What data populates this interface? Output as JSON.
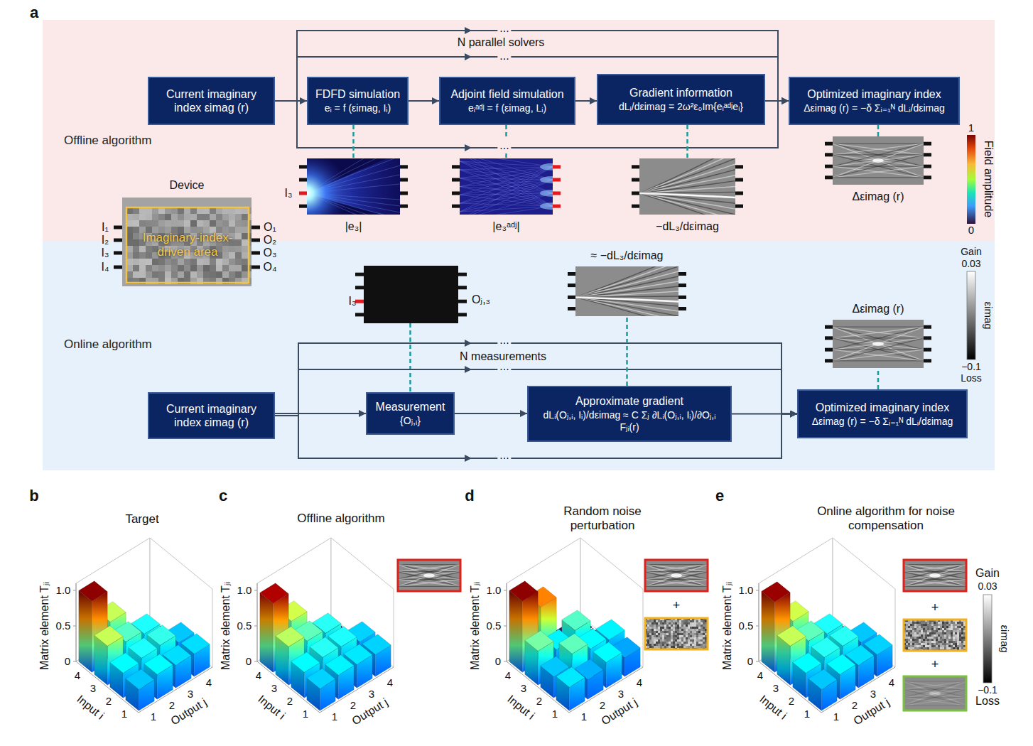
{
  "diagram": {
    "nodes": [
      {
        "text": [
          "Offline algorithm"
        ]
      },
      {
        "text": [
          "Current imaginary index εimag (r)"
        ],
        "in": 0
      },
      {
        "text": [
          "FDFD simulation",
          "eᵢ = f (εimag, Iᵢ)"
        ],
        "in": 0
      },
      {
        "text": [
          "Adjoint field simulation",
          "eᵢᵃᵈʲ = f (εimag, Lᵢ)"
        ],
        "in": 0
      },
      {
        "text": [
          "Gradient information",
          "dLᵢ/dεimag = 2ω²ε₀Im{eᵢᵃᵈʲeᵢ}"
        ],
        "in": 0
      },
      {
        "text": [
          "Optimized imaginary index",
          "Δεimag (r) = −δ Σᵢ₌₁ᴺ dLᵢ/dεimag"
        ],
        "in": 0
      },
      {
        "text": [
          "|e₃|"
        ],
        "in": 0
      },
      {
        "text": [
          "|e₃ᵃᵈʲ|"
        ],
        "in": 0
      },
      {
        "text": [
          "−dL₃/dεimag"
        ],
        "in": 0
      },
      {
        "text": [
          "Δεimag (r)"
        ],
        "in": 0
      },
      {
        "text": [
          "Device",
          "Imaginary-index-driven area"
        ]
      },
      {
        "text": [
          "Online algorithm"
        ]
      },
      {
        "text": [
          "≈ −dL₃/dεimag"
        ],
        "in": 11
      },
      {
        "text": [
          "Δεimag (r)"
        ],
        "in": 11
      },
      {
        "text": [
          "Current imaginary index εimag (r)"
        ],
        "in": 11
      },
      {
        "text": [
          "Measurement",
          "{Oⱼ,ᵢ}"
        ],
        "in": 11
      },
      {
        "text": [
          "Approximate gradient",
          "dLᵢ(Oⱼ,ᵢ, Iᵢ)/dεimag ≈ C Σⱼ ∂Lᵢ(Oⱼ,ᵢ, Iᵢ)/∂Oⱼ,ᵢ Fⱼᵢ(r)"
        ],
        "in": 11
      },
      {
        "text": [
          "Optimized imaginary index",
          "Δεimag (r) = −δ Σᵢ₌₁ᴺ dLᵢ/dεimag"
        ],
        "in": 11
      }
    ],
    "edges": [
      {
        "from": 1,
        "to": 2,
        "arrow": "to"
      },
      {
        "from": 2,
        "to": 3,
        "arrow": "to"
      },
      {
        "from": 3,
        "to": 4,
        "arrow": "to"
      },
      {
        "from": 4,
        "to": 5,
        "arrow": "to"
      },
      {
        "from": 1,
        "to": 5,
        "arrow": "to"
      },
      {
        "from": 1,
        "to": 5,
        "arrow": "to"
      },
      {
        "from": 1,
        "to": 5,
        "arrow": "to"
      },
      {
        "from": 2,
        "to": 6,
        "arrow": "none"
      },
      {
        "from": 3,
        "to": 7,
        "arrow": "none"
      },
      {
        "from": 4,
        "to": 8,
        "arrow": "none"
      },
      {
        "from": 5,
        "to": 9,
        "arrow": "none"
      },
      {
        "from": 14,
        "to": 15,
        "arrow": "to"
      },
      {
        "from": 15,
        "to": 16,
        "arrow": "to"
      },
      {
        "from": 16,
        "to": 17,
        "arrow": "to"
      },
      {
        "from": 14,
        "to": 17,
        "arrow": "to"
      },
      {
        "from": 14,
        "to": 17,
        "arrow": "to"
      },
      {
        "from": 14,
        "to": 17,
        "arrow": "to"
      },
      {
        "from": 16,
        "to": 12,
        "arrow": "none"
      },
      {
        "from": 17,
        "to": 13,
        "arrow": "none"
      }
    ],
    "labels": [
      "a",
      "N parallel solvers",
      "...",
      "...",
      "...",
      "I₁",
      "I₂",
      "I₃",
      "I₄",
      "O₁",
      "O₂",
      "O₃",
      "O₄",
      "I₃",
      "1",
      "Field amplitude",
      "0",
      "Gain",
      "0.03",
      "εimag",
      "−0.1",
      "Loss",
      "I₃",
      "Oⱼ,₃",
      "N measurements",
      "...",
      "...",
      "...",
      "b",
      "Target",
      "c",
      "Offline algorithm",
      "d",
      "Random noise perturbation",
      "e",
      "Online algorithm for noise compensation",
      "+",
      "+",
      "+",
      "Gain",
      "0.03",
      "εimag",
      "−0.1",
      "Loss",
      "Matrix element Tⱼᵢ",
      "1.0",
      "0.5",
      "0",
      "Input i",
      "4",
      "3",
      "2",
      "1",
      "Output j",
      "1",
      "2",
      "3",
      "4",
      "Matrix element Tⱼᵢ",
      "1.0",
      "0.5",
      "0",
      "Input i",
      "4",
      "3",
      "2",
      "1",
      "Output j",
      "1",
      "2",
      "3",
      "4",
      "Matrix element Tⱼᵢ",
      "1.0",
      "0.5",
      "0",
      "Input i",
      "4",
      "3",
      "2",
      "1",
      "Output j",
      "1",
      "2",
      "3",
      "4",
      "Matrix element Tⱼᵢ",
      "1.0",
      "0.5",
      "0",
      "Input i",
      "4",
      "3",
      "2",
      "1",
      "Output j",
      "1",
      "2",
      "3",
      "4"
    ]
  }
}
